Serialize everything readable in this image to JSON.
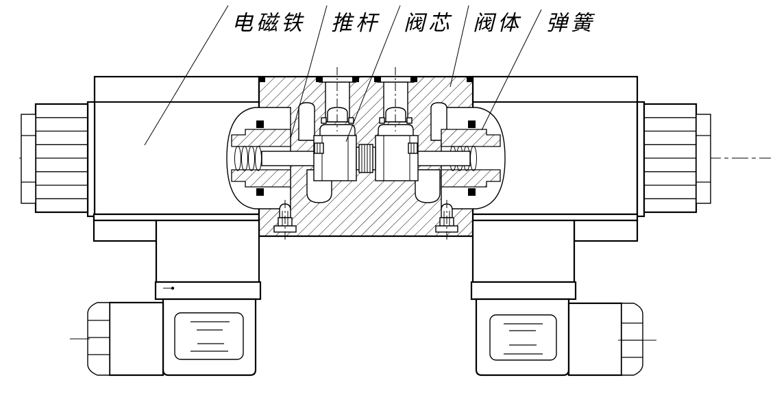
{
  "diagram": {
    "colors": {
      "line": "#000000",
      "background": "#ffffff"
    },
    "labels": [
      {
        "text": "电磁铁",
        "part": "electromagnet"
      },
      {
        "text": "推杆",
        "part": "push-rod"
      },
      {
        "text": "阀芯",
        "part": "spool"
      },
      {
        "text": "阀体",
        "part": "valve-body"
      },
      {
        "text": "弹簧",
        "part": "spring"
      }
    ]
  }
}
